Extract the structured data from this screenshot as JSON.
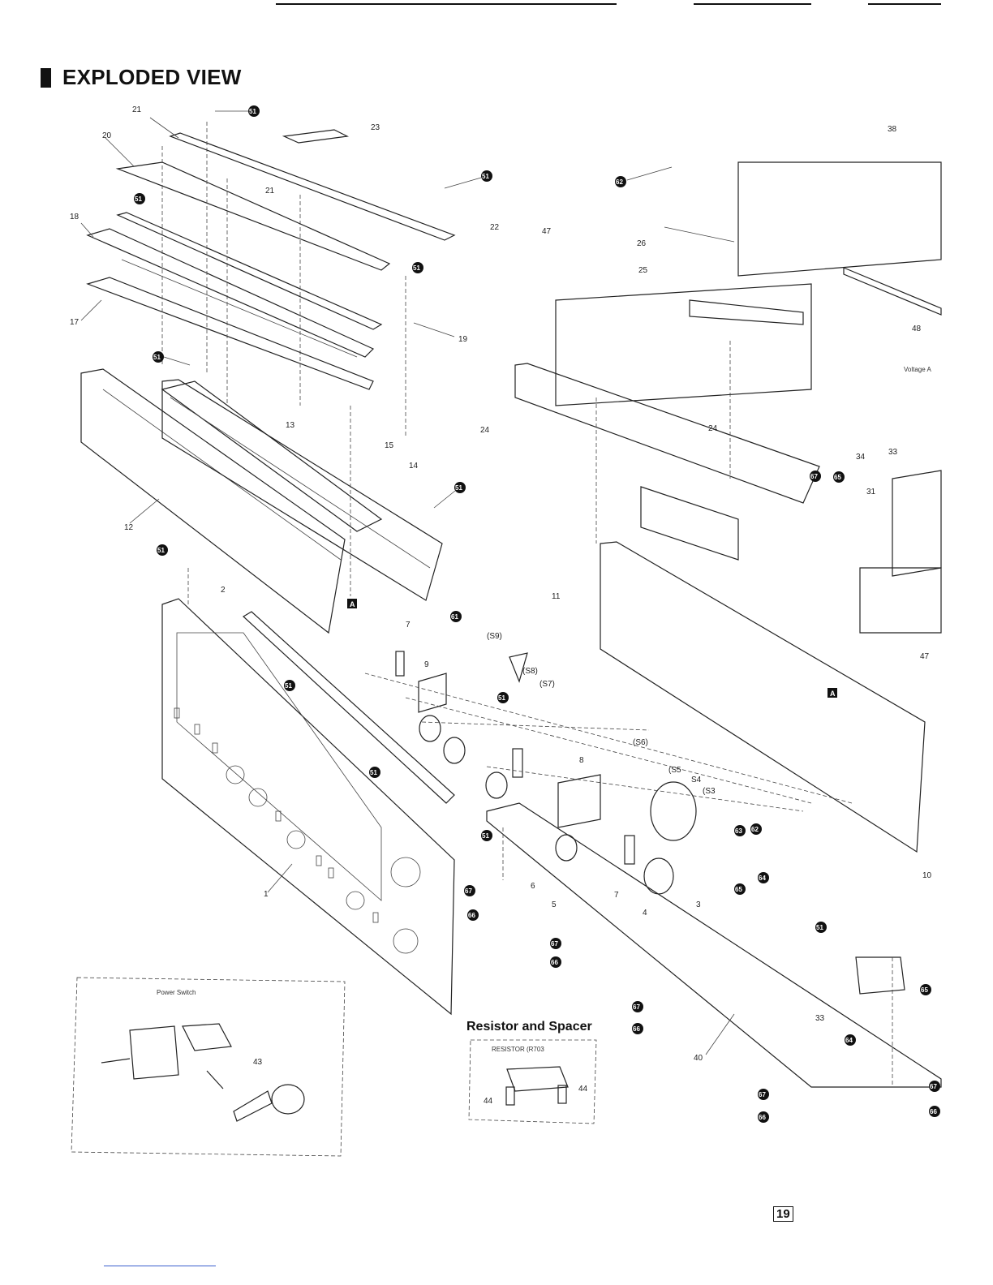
{
  "page": {
    "title": "EXPLODED VIEW",
    "page_number": "19"
  },
  "insets": {
    "power_switch_label": "Power Switch",
    "power_switch_part": "43",
    "resistor_title": "Resistor and Spacer",
    "resistor_label": "RESISTOR (R703",
    "spacer_left": "44",
    "spacer_right": "44"
  },
  "callouts": {
    "numbers": [
      "1",
      "2",
      "3",
      "4",
      "5",
      "6",
      "7",
      "7",
      "8",
      "9",
      "11",
      "12",
      "13",
      "14",
      "15",
      "17",
      "18",
      "19",
      "20",
      "21",
      "21",
      "22",
      "23",
      "24",
      "24",
      "25",
      "26",
      "31",
      "33",
      "34",
      "38",
      "40",
      "43",
      "47",
      "47",
      "48",
      "10",
      "33"
    ],
    "switch_labels": [
      "(S9)",
      "(S8)",
      "(S7)",
      "(S6)",
      "(S5",
      "S4",
      "(S3"
    ],
    "voltage_label": "Voltage A",
    "reference_letter": "A",
    "ref_circles": [
      "51",
      "61",
      "62",
      "63",
      "64",
      "65",
      "66",
      "67"
    ]
  }
}
